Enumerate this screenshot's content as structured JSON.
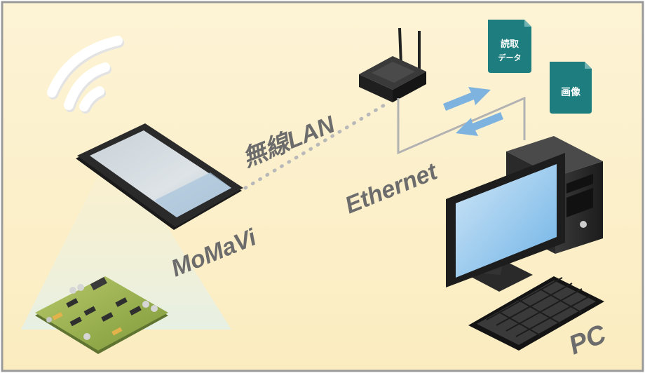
{
  "labels": {
    "wireless": "無線LAN",
    "ethernet": "Ethernet",
    "device": "MoMaVi",
    "pc": "PC"
  },
  "documents": {
    "read_data_line1": "読取",
    "read_data_line2": "データ",
    "image": "画像"
  },
  "colors": {
    "background": "#fdf2cf",
    "frame": "#9a9a9a",
    "label": "#6c6c6c",
    "doc_teal": "#1e7e7f",
    "arrow_blue": "#7fb3df"
  },
  "icons": [
    "wifi-icon",
    "tablet-icon",
    "circuit-board-icon",
    "router-icon",
    "document-icon",
    "arrow-icon",
    "monitor-icon",
    "pc-tower-icon",
    "keyboard-icon"
  ]
}
